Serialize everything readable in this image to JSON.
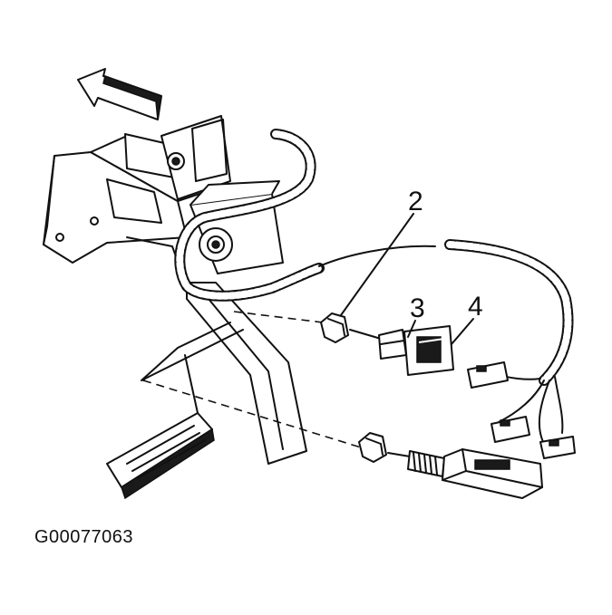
{
  "callouts": {
    "item_2": "2",
    "item_3": "3",
    "item_4": "4"
  },
  "figure_id": "G00077063"
}
